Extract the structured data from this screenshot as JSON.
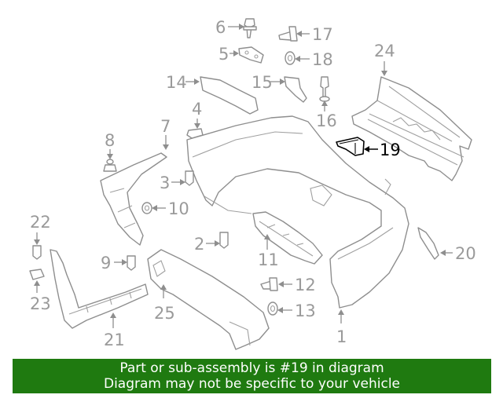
{
  "diagram": {
    "callouts": [
      {
        "id": "1",
        "label": "1"
      },
      {
        "id": "2",
        "label": "2"
      },
      {
        "id": "3",
        "label": "3"
      },
      {
        "id": "4",
        "label": "4"
      },
      {
        "id": "5",
        "label": "5"
      },
      {
        "id": "6",
        "label": "6"
      },
      {
        "id": "7",
        "label": "7"
      },
      {
        "id": "8",
        "label": "8"
      },
      {
        "id": "9",
        "label": "9"
      },
      {
        "id": "10",
        "label": "10"
      },
      {
        "id": "11",
        "label": "11"
      },
      {
        "id": "12",
        "label": "12"
      },
      {
        "id": "13",
        "label": "13"
      },
      {
        "id": "14",
        "label": "14"
      },
      {
        "id": "15",
        "label": "15"
      },
      {
        "id": "16",
        "label": "16"
      },
      {
        "id": "17",
        "label": "17"
      },
      {
        "id": "18",
        "label": "18"
      },
      {
        "id": "19",
        "label": "19"
      },
      {
        "id": "20",
        "label": "20"
      },
      {
        "id": "21",
        "label": "21"
      },
      {
        "id": "22",
        "label": "22"
      },
      {
        "id": "23",
        "label": "23"
      },
      {
        "id": "24",
        "label": "24"
      },
      {
        "id": "25",
        "label": "25"
      }
    ],
    "highlighted_part": "19",
    "colors": {
      "line": "#8e8e8e",
      "label": "#9a9a9a",
      "highlight": "#000000"
    }
  },
  "banner": {
    "line1": "Part or sub-assembly is #19 in diagram",
    "line2": "Diagram may not be specific to your vehicle",
    "background": "#1f7a10"
  }
}
